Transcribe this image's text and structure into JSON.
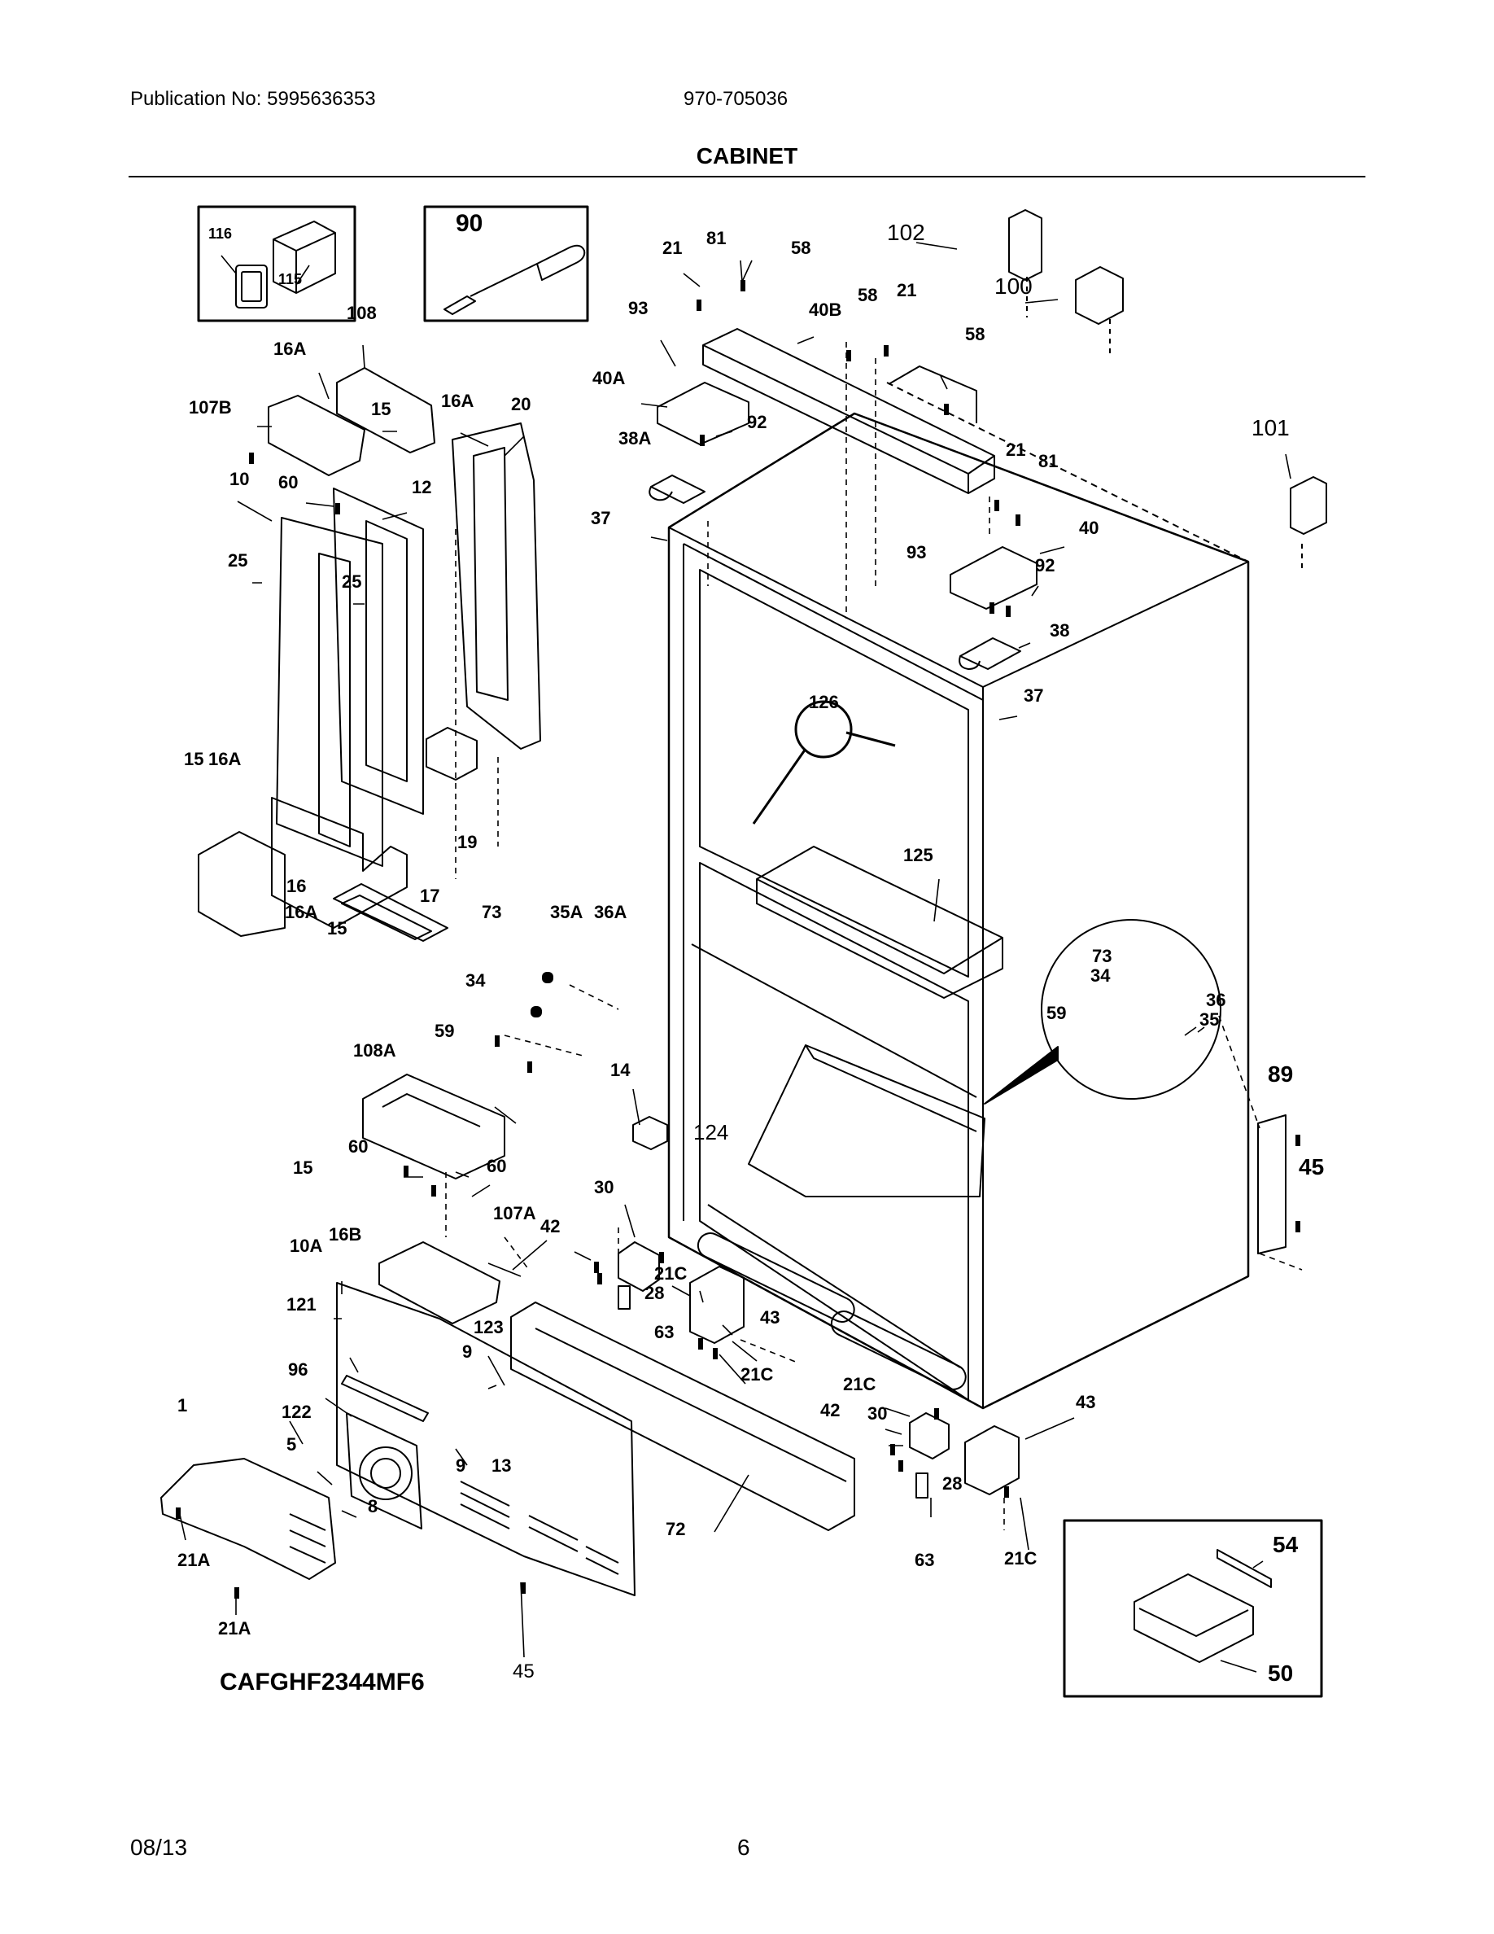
{
  "header": {
    "publication": "Publication No: 5995636353",
    "code": "970-705036",
    "section_title": "CABINET"
  },
  "footer": {
    "date": "08/13",
    "page": "6"
  },
  "model": "CAFGHF2344MF6",
  "callouts": [
    {
      "id": "c116",
      "text": "116"
    },
    {
      "id": "c115",
      "text": "115"
    },
    {
      "id": "c90",
      "text": "90"
    },
    {
      "id": "c108",
      "text": "108"
    },
    {
      "id": "c16A_a",
      "text": "16A"
    },
    {
      "id": "c107B",
      "text": "107B"
    },
    {
      "id": "c15_a",
      "text": "15"
    },
    {
      "id": "c16A_b",
      "text": "16A"
    },
    {
      "id": "c20",
      "text": "20"
    },
    {
      "id": "c10",
      "text": "10"
    },
    {
      "id": "c60_a",
      "text": "60"
    },
    {
      "id": "c12",
      "text": "12"
    },
    {
      "id": "c25_a",
      "text": "25"
    },
    {
      "id": "c25_b",
      "text": "25"
    },
    {
      "id": "c15_b",
      "text": "15"
    },
    {
      "id": "c16A_c",
      "text": "16A"
    },
    {
      "id": "c19",
      "text": "19"
    },
    {
      "id": "c16",
      "text": "16"
    },
    {
      "id": "c16A_d",
      "text": "16A"
    },
    {
      "id": "c15_c",
      "text": "15"
    },
    {
      "id": "c17",
      "text": "17"
    },
    {
      "id": "c21_a",
      "text": "21"
    },
    {
      "id": "c81_a",
      "text": "81"
    },
    {
      "id": "c58_a",
      "text": "58"
    },
    {
      "id": "c93_a",
      "text": "93"
    },
    {
      "id": "c40B",
      "text": "40B"
    },
    {
      "id": "c58_b",
      "text": "58"
    },
    {
      "id": "c21_b",
      "text": "21"
    },
    {
      "id": "c102",
      "text": "102"
    },
    {
      "id": "c100",
      "text": "100"
    },
    {
      "id": "c40A",
      "text": "40A"
    },
    {
      "id": "c58_c",
      "text": "58"
    },
    {
      "id": "c92_a",
      "text": "92"
    },
    {
      "id": "c38A",
      "text": "38A"
    },
    {
      "id": "c101",
      "text": "101"
    },
    {
      "id": "c21_c",
      "text": "21"
    },
    {
      "id": "c81_b",
      "text": "81"
    },
    {
      "id": "c37_a",
      "text": "37"
    },
    {
      "id": "c93_b",
      "text": "93"
    },
    {
      "id": "c40",
      "text": "40"
    },
    {
      "id": "c92_b",
      "text": "92"
    },
    {
      "id": "c38",
      "text": "38"
    },
    {
      "id": "c37_b",
      "text": "37"
    },
    {
      "id": "c126",
      "text": "126"
    },
    {
      "id": "c125",
      "text": "125"
    },
    {
      "id": "c73_a",
      "text": "73"
    },
    {
      "id": "c35A",
      "text": "35A"
    },
    {
      "id": "c36A",
      "text": "36A"
    },
    {
      "id": "c34_a",
      "text": "34"
    },
    {
      "id": "c59_a",
      "text": "59"
    },
    {
      "id": "c73_b",
      "text": "73"
    },
    {
      "id": "c34_b",
      "text": "34"
    },
    {
      "id": "c59_b",
      "text": "59"
    },
    {
      "id": "c36",
      "text": "36"
    },
    {
      "id": "c35",
      "text": "35"
    },
    {
      "id": "c108A",
      "text": "108A"
    },
    {
      "id": "c14",
      "text": "14"
    },
    {
      "id": "c124",
      "text": "124"
    },
    {
      "id": "c89",
      "text": "89"
    },
    {
      "id": "c45_a",
      "text": "45"
    },
    {
      "id": "c60_b",
      "text": "60"
    },
    {
      "id": "c15_d",
      "text": "15"
    },
    {
      "id": "c60_c",
      "text": "60"
    },
    {
      "id": "c30_a",
      "text": "30"
    },
    {
      "id": "c107A",
      "text": "107A"
    },
    {
      "id": "c42_a",
      "text": "42"
    },
    {
      "id": "c16B",
      "text": "16B"
    },
    {
      "id": "c10A",
      "text": "10A"
    },
    {
      "id": "c21C_a",
      "text": "21C"
    },
    {
      "id": "c28_a",
      "text": "28"
    },
    {
      "id": "c63_a",
      "text": "63"
    },
    {
      "id": "c43_a",
      "text": "43"
    },
    {
      "id": "c121",
      "text": "121"
    },
    {
      "id": "c123",
      "text": "123"
    },
    {
      "id": "c9_a",
      "text": "9"
    },
    {
      "id": "c21C_b",
      "text": "21C"
    },
    {
      "id": "c96",
      "text": "96"
    },
    {
      "id": "c21C_c",
      "text": "21C"
    },
    {
      "id": "c1",
      "text": "1"
    },
    {
      "id": "c122",
      "text": "122"
    },
    {
      "id": "c42_b",
      "text": "42"
    },
    {
      "id": "c30_b",
      "text": "30"
    },
    {
      "id": "c43_b",
      "text": "43"
    },
    {
      "id": "c5",
      "text": "5"
    },
    {
      "id": "c9_b",
      "text": "9"
    },
    {
      "id": "c13",
      "text": "13"
    },
    {
      "id": "c28_b",
      "text": "28"
    },
    {
      "id": "c8",
      "text": "8"
    },
    {
      "id": "c72",
      "text": "72"
    },
    {
      "id": "c63_b",
      "text": "63"
    },
    {
      "id": "c21C_d",
      "text": "21C"
    },
    {
      "id": "c21A_a",
      "text": "21A"
    },
    {
      "id": "c21A_b",
      "text": "21A"
    },
    {
      "id": "c45_b",
      "text": "45"
    },
    {
      "id": "c54",
      "text": "54"
    },
    {
      "id": "c50",
      "text": "50"
    }
  ]
}
